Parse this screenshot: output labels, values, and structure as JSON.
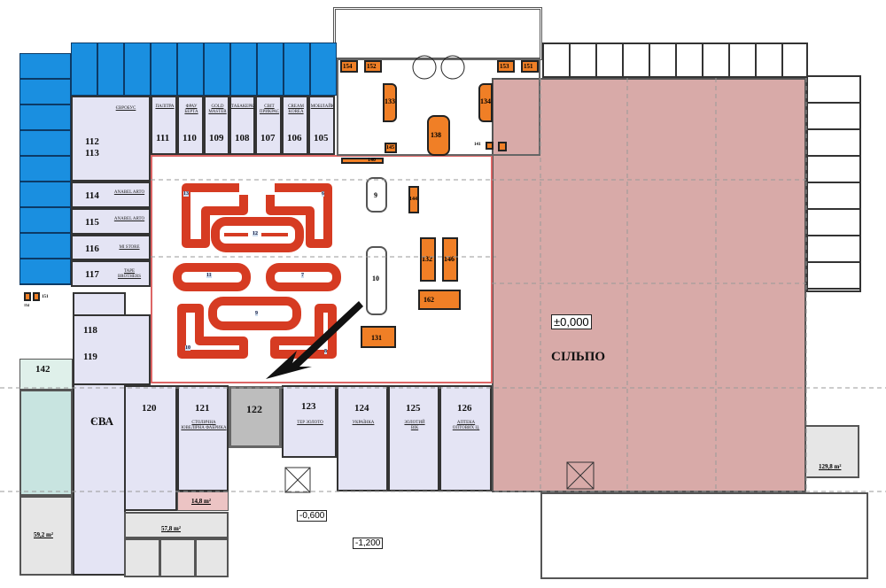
{
  "top_shops": [
    {
      "num": "111",
      "tenant": "ПАЛІТРА"
    },
    {
      "num": "110",
      "tenant": "ФРАУ БЕРТА"
    },
    {
      "num": "109",
      "tenant": "GOLD MASTER"
    },
    {
      "num": "108",
      "tenant": "ТАБАКЕРКА"
    },
    {
      "num": "107",
      "tenant": "СВІТ ПРИКРАС"
    },
    {
      "num": "106",
      "tenant": "CREAM KOREA"
    },
    {
      "num": "105",
      "tenant": "МОБІЛАЙК"
    }
  ],
  "left_shops": [
    {
      "num": "112\n113",
      "tenant": "ЄВРОБУС"
    },
    {
      "num": "114",
      "tenant": "ANABEL ARTO"
    },
    {
      "num": "115",
      "tenant": "ANABEL ARTO"
    },
    {
      "num": "116",
      "tenant": "MI STORE"
    },
    {
      "num": "117",
      "tenant": "TAPE BROTHERS"
    }
  ],
  "bottom_shops": [
    {
      "num": "120",
      "tenant": ""
    },
    {
      "num": "121",
      "tenant": "СТОЛИЧНА ЮВЕЛІРНА ФАБРИКА"
    },
    {
      "num": "122",
      "tenant": ""
    },
    {
      "num": "123",
      "tenant": "ТЕР ЗОЛОТО"
    },
    {
      "num": "124",
      "tenant": "УКРАЇНКА"
    },
    {
      "num": "125",
      "tenant": "ЗОЛОТИЙ ВІК"
    },
    {
      "num": "126",
      "tenant": "АПТЕКА ОПТОВИХ Ц."
    }
  ],
  "west": {
    "u118": "118",
    "u119": "119",
    "u142": "142",
    "eva": "ЄВА",
    "u151": "151",
    "u154": "154"
  },
  "entrance": {
    "u154": "154",
    "u152": "152",
    "u153": "153",
    "u151": "151",
    "u133": "133",
    "u134": "134",
    "u138": "138",
    "u145": "145",
    "u140": "140",
    "u141": "141"
  },
  "atrium": {
    "u144": "144",
    "u132": "132",
    "u146": "146",
    "u162": "162",
    "u131": "131",
    "k9": "9",
    "k10": "10"
  },
  "kiosks": {
    "k13": "13",
    "k6": "6",
    "k12": "12",
    "k11": "11",
    "k7": "7",
    "k10": "10",
    "k9": "9",
    "k8": "8"
  },
  "anchor": {
    "name": "СІЛЬПО",
    "level": "±0,000"
  },
  "levels": {
    "l1": "-0,600",
    "l2": "-1,200"
  },
  "areas": {
    "a1": "14,8 m²",
    "a2": "57,8 m²",
    "a3": "59,2 m²",
    "a4": "129,8 m²"
  },
  "colors": {
    "blue": "#1a8fe0",
    "shop": "#e4e4f4",
    "orange": "#f07f26",
    "silpo": "#d8aaa8",
    "kiosk": "#d63b22"
  }
}
